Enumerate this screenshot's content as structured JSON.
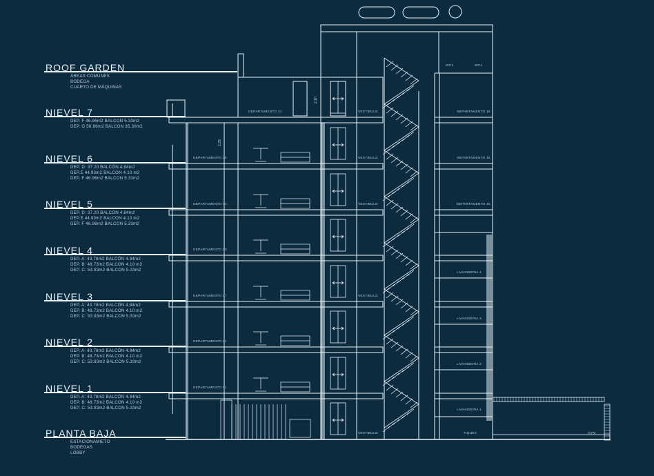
{
  "levels": [
    {
      "title": "ROOF GARDEN",
      "lines": [
        "ÁREAS COMUNES",
        "BODEGA",
        "CUARTO DE MÁQUINAS"
      ]
    },
    {
      "title": "NIEVEL 7",
      "lines": [
        "DEP. F 46.96m2 BALCON 5.33m2",
        "DEP. G 56.86m2 BALCON 35.30m2"
      ]
    },
    {
      "title": "NIEVEL 6",
      "lines": [
        "DEP. D: 37.20 BALCÓN 4.84m2",
        "DEP.E 44.93m2 BALCON 4.10 m2",
        "DEP. F 46.96m2 BALCON 5.33m2"
      ]
    },
    {
      "title": "NIEVEL 5",
      "lines": [
        "DEP. D: 37.20 BALCÓN 4.84m2",
        "DEP.E 44.93m2 BALCON 4.10 m2",
        "DEP. F 46.96m2 BALCON 5.33m2"
      ]
    },
    {
      "title": "NIEVEL 4",
      "lines": [
        "DEP. A: 43.78m2  BALCÓN 4.84m2",
        "DEP. B: 48.73m2  BALCON 4.10 m2",
        "DEP. C: 53.83m2  BALCON 5.33m2"
      ]
    },
    {
      "title": "NIEVEL 3",
      "lines": [
        "DEP. A: 43.78m2  BALCÓN 4.84m2",
        "DEP. B: 48.73m2  BALCON 4.10 m2",
        "DEP. C: 53.83m2  BALCON 5.33m2"
      ]
    },
    {
      "title": "NIEVEL 2",
      "lines": [
        "DEP. A: 43.78m2  BALCÓN 4.84m2",
        "DEP. B: 48.73m2  BALCON 4.10 m2",
        "DEP. C: 53.83m2  BALCON 5.33m2"
      ]
    },
    {
      "title": "NIEVEL 1",
      "lines": [
        "DEP. A: 43.78m2  BALCÓN 4.84m2",
        "DEP. B: 48.73m2  BALCON 4.10 m2",
        "DEP. C: 53.83m2  BALCON 5.33m2"
      ]
    },
    {
      "title": "PLANTA BAJA",
      "lines": [
        "ESTACIONAMIETO",
        "BODEGAS",
        "LOBBY"
      ]
    }
  ],
  "rooms": {
    "departamento_21": "DEPARTAMENTO 21",
    "departamento_16": "DEPARTAMENTO 16",
    "departamento_13": "DEPARTAMENTO 13",
    "departamento_10": "DEPARTAMENTO 10",
    "departamento_07": "DEPARTAMENTO 07",
    "departamento_04": "DEPARTAMENTO 04",
    "departamento_01": "DEPARTAMENTO 01",
    "departamento_19": "DEPARTAMENTO 19",
    "departamento_18": "DEPARTAMENTO 18",
    "departamento_15": "DEPARTAMENTO 15",
    "vestibulo": "VESTIBULO",
    "lavanderia_4": "LAVANDERIA 4",
    "lavanderia_3": "LAVANDERIA 3",
    "lavanderia_2": "LAVANDERIA 2",
    "lavanderia_1": "LAVANDERIA 1",
    "wc1": "WC1",
    "wc2": "WC2",
    "tiques": "TIQUES",
    "gym": "GYM"
  },
  "dimensions": {
    "d1": "2.10",
    "d2": "2.25"
  },
  "colors": {
    "background": "#0c2b3f",
    "line": "#e9f3fa",
    "muted": "#b7cad8"
  }
}
